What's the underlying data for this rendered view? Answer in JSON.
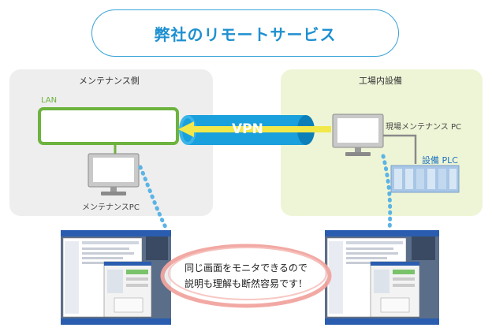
{
  "title": "弊社のリモートサービス",
  "left_zone": {
    "label": "メンテナンス側",
    "lan_label": "LAN",
    "pc_label": "メンテナンスPC"
  },
  "right_zone": {
    "label": "工場内設備",
    "pc_label": "現場メンテナンス PC",
    "plc_label": "設備 PLC"
  },
  "vpn_label": "VPN",
  "note": {
    "line1": "同じ画面をモニタできるので",
    "line2": "説明も理解も断然容易です！"
  },
  "colors": {
    "title": "#1e90d0",
    "lan_green": "#6db33f",
    "vpn_blue": "#1aa0dc",
    "arrow_yellow": "#f1e84a",
    "dotted_line": "#5bb4e5",
    "ellipse": "#f2a5a0"
  }
}
